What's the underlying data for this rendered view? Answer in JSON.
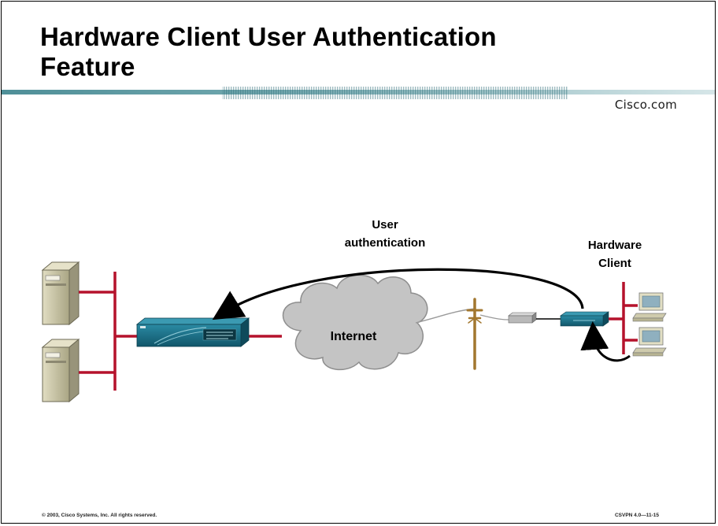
{
  "slide": {
    "title_line1": "Hardware Client User Authentication",
    "title_line2": "Feature",
    "brand": "Cisco.com",
    "footer_left": "© 2003, Cisco Systems, Inc. All rights reserved.",
    "footer_right": "CSVPN 4.0—11-15"
  },
  "diagram": {
    "cloud_label": "Internet",
    "arc_label_line1": "User",
    "arc_label_line2": "authentication",
    "client_label_line1": "Hardware",
    "client_label_line2": "Client"
  },
  "colors": {
    "band": "#5f9aa2",
    "link": "#b5122c",
    "concentrator": "#1d6f86",
    "cloud": "#c4c4c4",
    "server": "#c9c6a6",
    "pole": "#a2772f"
  }
}
